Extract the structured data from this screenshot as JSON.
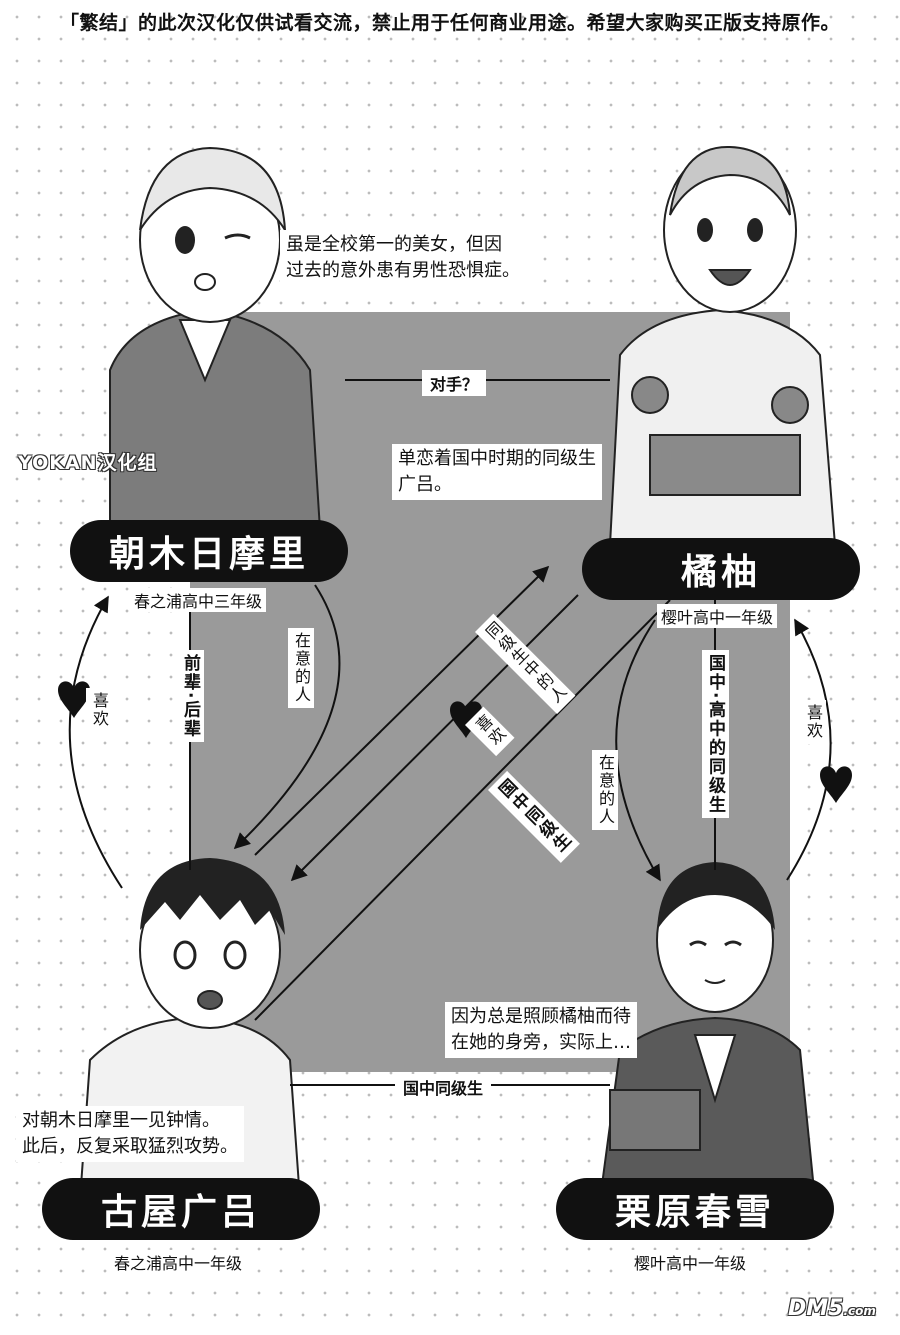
{
  "header_notice": "「繁结」的此次汉化仅供试看交流，禁止用于任何商业用途。希望大家购买正版支持原作。",
  "watermark": "YOKAN汉化组",
  "logo": {
    "main": "DM5",
    "suffix": ".com"
  },
  "characters": {
    "asagi": {
      "name": "朝木日摩里",
      "school": "春之浦高中三年级",
      "note_lines": [
        "虽是全校第一的美女，但因",
        "过去的意外患有男性恐惧症。"
      ]
    },
    "tachibana": {
      "name": "橘柚",
      "school": "樱叶高中一年级",
      "note_lines": [
        "单恋着国中时期的同级生",
        "广吕。"
      ]
    },
    "koya": {
      "name": "古屋广吕",
      "school": "春之浦高中一年级",
      "note_lines": [
        "对朝木日摩里一见钟情。",
        "此后，反复采取猛烈攻势。"
      ]
    },
    "kurihara": {
      "name": "栗原春雪",
      "school": "樱叶高中一年级",
      "note_lines": [
        "因为总是照顾橘柚而待",
        "在她的身旁，实际上…"
      ]
    }
  },
  "relations": {
    "top": "对手？",
    "bottom": "国中同级生",
    "left_vertical": "前辈·后辈",
    "right_vertical": "国中·高中的同级生",
    "diagonal": "国中同级生",
    "asagi_to_koya": "在意的人",
    "koya_to_asagi": "喜欢",
    "tachibana_to_kurihara": "在意的人",
    "kurihara_to_tachibana": "喜欢",
    "koya_to_tachibana": "同级生中的人",
    "tachibana_to_koya": "喜欢"
  }
}
